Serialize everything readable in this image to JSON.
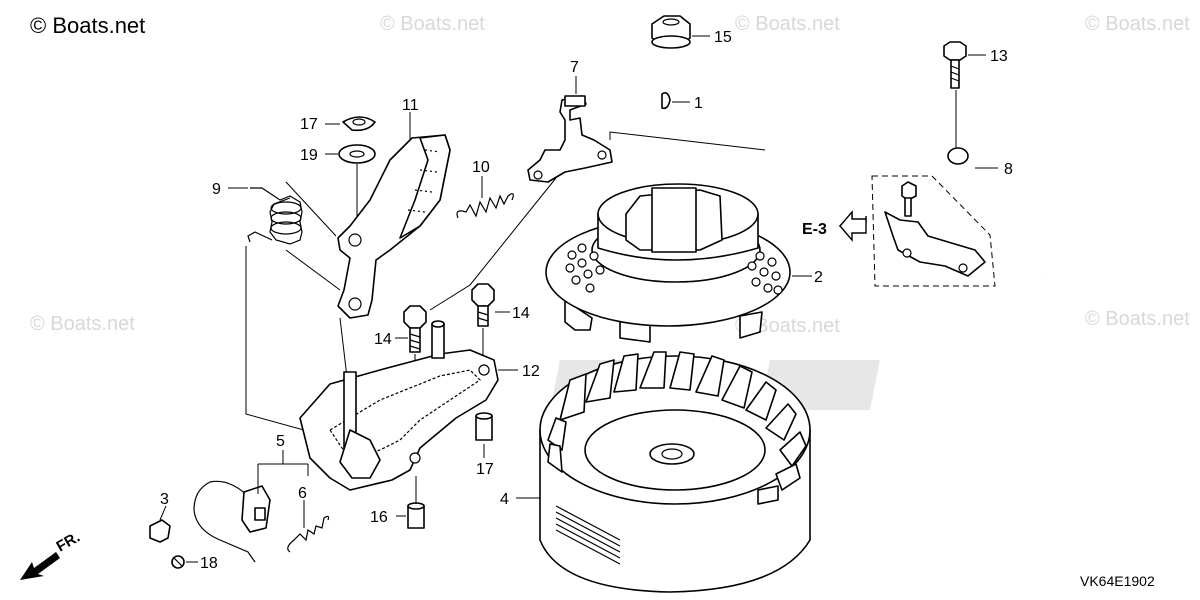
{
  "watermark": {
    "primary": "© Boats.net",
    "repeat": "© Boats.net",
    "copies_count": 6
  },
  "diagram_code": "VK64E1902",
  "reference": {
    "label": "E-3"
  },
  "front_indicator": {
    "label": "FR."
  },
  "callouts": [
    {
      "id": "c1",
      "label": "1"
    },
    {
      "id": "c2",
      "label": "2"
    },
    {
      "id": "c3",
      "label": "3"
    },
    {
      "id": "c4",
      "label": "4"
    },
    {
      "id": "c5",
      "label": "5"
    },
    {
      "id": "c6",
      "label": "6"
    },
    {
      "id": "c7",
      "label": "7"
    },
    {
      "id": "c8",
      "label": "8"
    },
    {
      "id": "c9",
      "label": "9"
    },
    {
      "id": "c10",
      "label": "10"
    },
    {
      "id": "c11",
      "label": "11"
    },
    {
      "id": "c12",
      "label": "12"
    },
    {
      "id": "c13",
      "label": "13"
    },
    {
      "id": "c14a",
      "label": "14"
    },
    {
      "id": "c14b",
      "label": "14"
    },
    {
      "id": "c15",
      "label": "15"
    },
    {
      "id": "c16",
      "label": "16"
    },
    {
      "id": "c17a",
      "label": "17"
    },
    {
      "id": "c17b",
      "label": "17"
    },
    {
      "id": "c18",
      "label": "18"
    },
    {
      "id": "c19",
      "label": "19"
    }
  ],
  "colors": {
    "line": "#000000",
    "watermark": "#d8d8d8",
    "background": "#ffffff"
  }
}
